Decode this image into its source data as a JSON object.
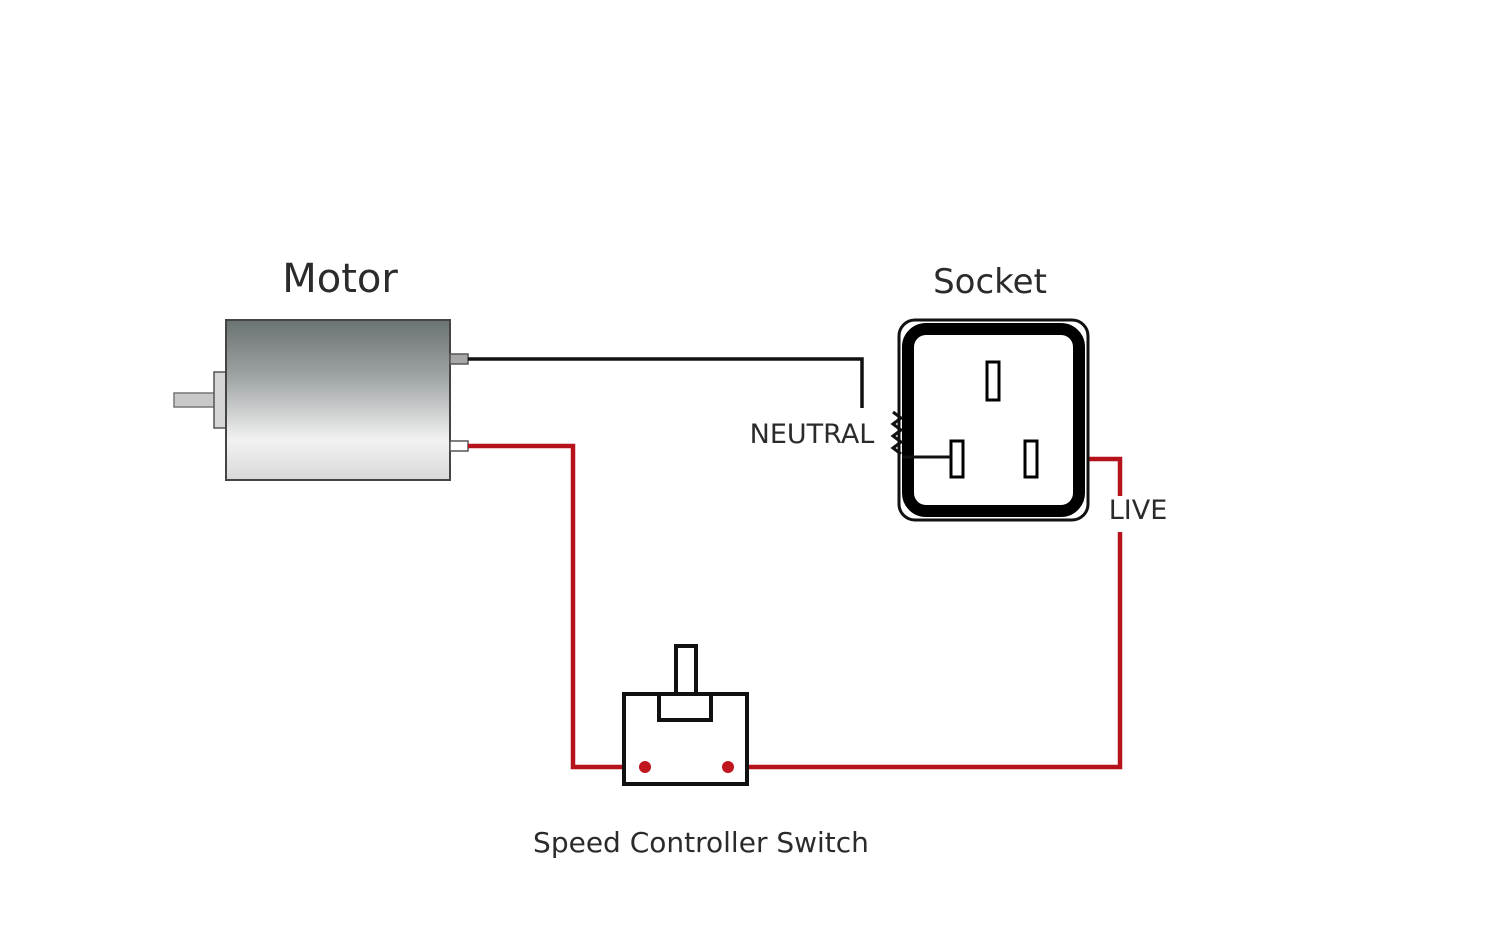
{
  "diagram": {
    "type": "wiring-diagram",
    "components": {
      "motor": {
        "label": "Motor"
      },
      "socket": {
        "label": "Socket"
      },
      "switch": {
        "label": "Speed Controller Switch"
      }
    },
    "wire_labels": {
      "neutral": "NEUTRAL",
      "live": "LIVE"
    },
    "colors": {
      "neutral_wire": "#111111",
      "live_wire": "#b5121b",
      "terminal_dot": "#c0161e",
      "label_text": "#2b2b2b"
    },
    "connections": [
      {
        "from": "motor terminal 1",
        "to": "socket neutral pin",
        "wire": "neutral"
      },
      {
        "from": "motor terminal 2",
        "to": "speed controller switch terminal 1",
        "wire": "live"
      },
      {
        "from": "speed controller switch terminal 2",
        "to": "socket live pin",
        "wire": "live"
      }
    ]
  }
}
